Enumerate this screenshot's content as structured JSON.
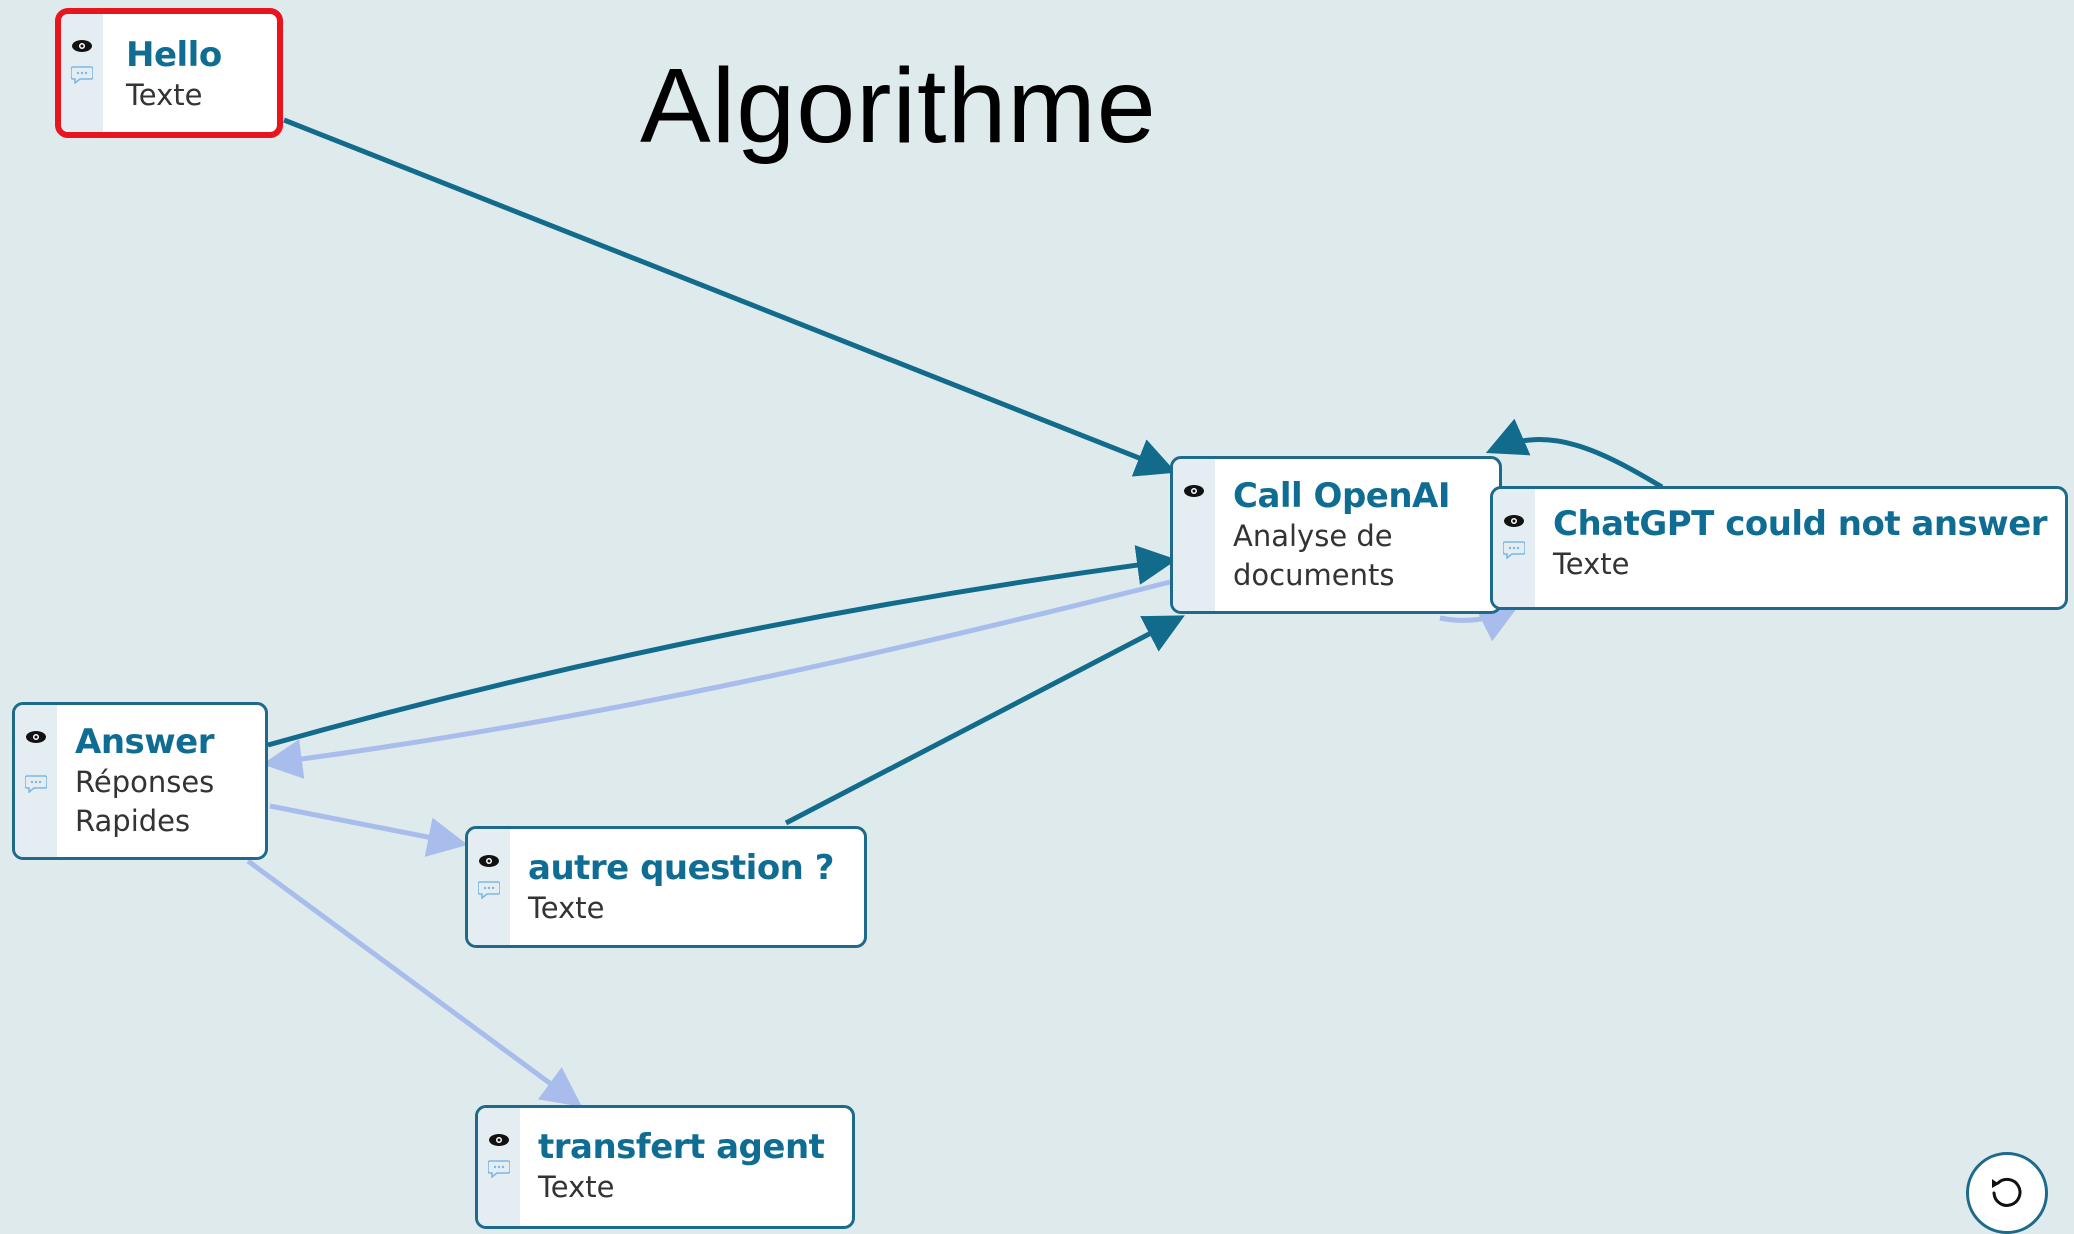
{
  "title": "Algorithme",
  "nodes": {
    "hello": {
      "title": "Hello",
      "type": "Texte",
      "selected": true
    },
    "call_openai": {
      "title": "Call OpenAI",
      "type": "Analyse de\ndocuments"
    },
    "chatgpt_fail": {
      "title": "ChatGPT could not answer",
      "type": "Texte"
    },
    "answer": {
      "title": "Answer",
      "type": "Réponses\nRapides"
    },
    "autre_question": {
      "title": "autre question ?",
      "type": "Texte"
    },
    "transfert_agent": {
      "title": "transfert agent",
      "type": "Texte"
    }
  },
  "icons": {
    "visibility": "eye-icon",
    "message": "chat-bubble-icon",
    "reset": "reset-icon"
  },
  "colors": {
    "node_title": "#0f6d93",
    "edge_primary": "#136b8c",
    "edge_secondary": "#a9bdec",
    "selected_border": "#e8141e",
    "background": "#deeaec"
  }
}
